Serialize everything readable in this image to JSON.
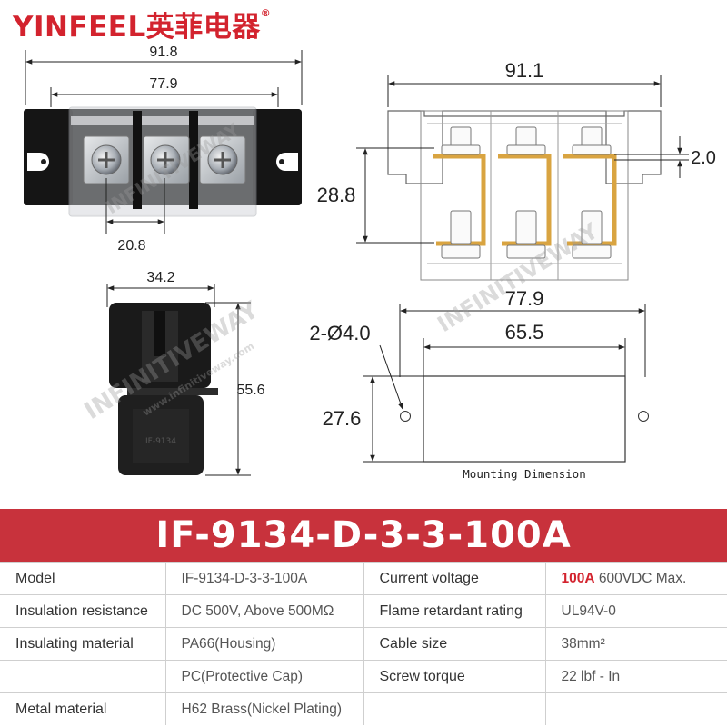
{
  "brand": {
    "name": "YINFEEL英菲电器",
    "mark": "®"
  },
  "watermark": "INFINITIVEWAY",
  "watermark_sub": "www.infinitiveway.com",
  "front_view": {
    "dim_total": "91.8",
    "dim_inner": "77.9",
    "dim_pitch": "20.8"
  },
  "side_view": {
    "dim_width": "34.2",
    "dim_height": "55.6",
    "body_text": "IF-9134"
  },
  "section_view": {
    "dim_length": "91.1",
    "dim_height": "28.8",
    "dim_gap": "2.0"
  },
  "mounting": {
    "dim_total": "77.9",
    "dim_inner": "65.5",
    "dim_height": "27.6",
    "holes": "2-Ø4.0",
    "caption": "Mounting Dimension"
  },
  "banner_title": "IF-9134-D-3-3-100A",
  "specs": {
    "rows": [
      {
        "label1": "Model",
        "value1": "IF-9134-D-3-3-100A",
        "label2": "Current voltage",
        "value2_hl": "100A",
        "value2": " 600VDC Max."
      },
      {
        "label1": "Insulation resistance",
        "value1": "DC 500V, Above 500MΩ",
        "label2": "Flame retardant rating",
        "value2_hl": "",
        "value2": "UL94V-0"
      },
      {
        "label1": "Insulating material",
        "value1": "PA66(Housing)",
        "label2": "Cable size",
        "value2_hl": "",
        "value2": "38mm²"
      },
      {
        "label1": "",
        "value1": "PC(Protective Cap)",
        "label2": "Screw torque",
        "value2_hl": "",
        "value2": "22 lbf - In"
      },
      {
        "label1": "Metal material",
        "value1": "H62 Brass(Nickel Plating)",
        "label2": "",
        "value2_hl": "",
        "value2": ""
      }
    ]
  },
  "colors": {
    "brand": "#d3232e",
    "banner": "#c8323c",
    "copper": "#d9a441",
    "housing": "#1f1f1f"
  }
}
